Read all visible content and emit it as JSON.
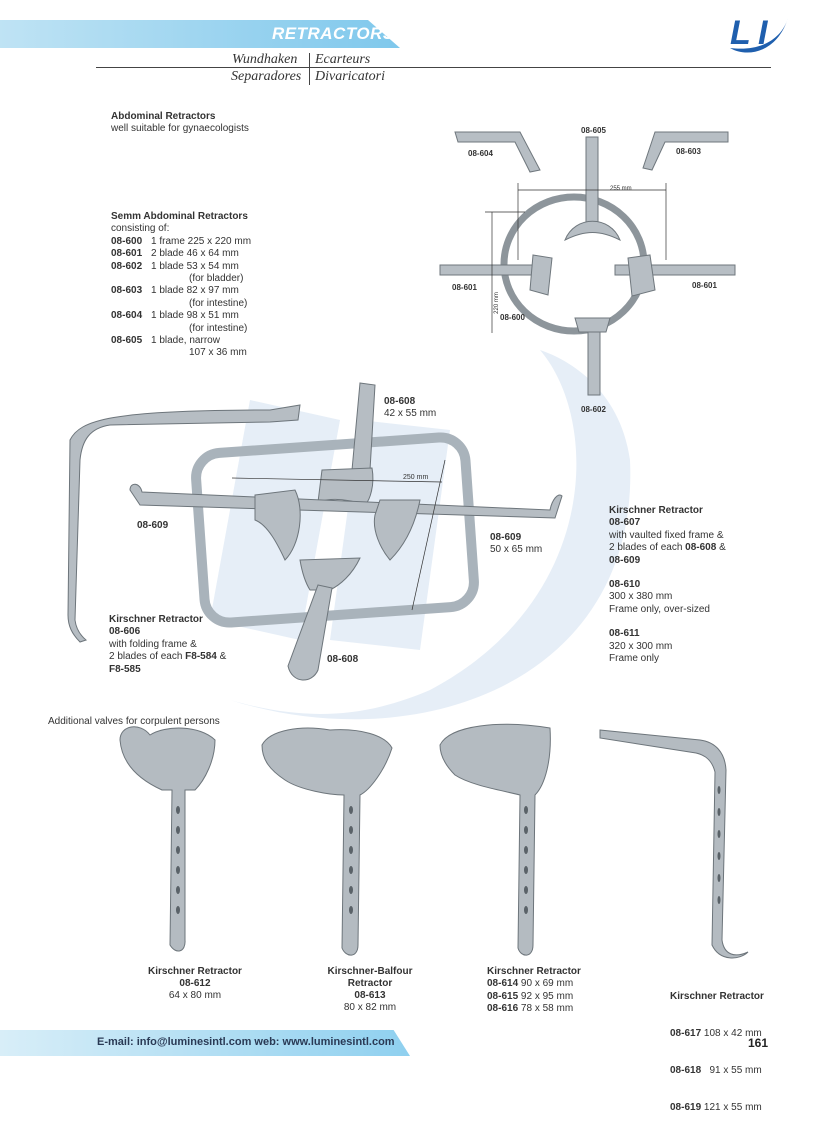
{
  "header": {
    "title": "RETRACTORS",
    "lang_left_1": "Wundhaken",
    "lang_right_1": "Ecarteurs",
    "lang_left_2": "Separadores",
    "lang_right_2": "Divaricatori",
    "logo_text": "LI"
  },
  "abdominal": {
    "title": "Abdominal Retractors",
    "subtitle": "well suitable for gynaecologists"
  },
  "semm": {
    "title": "Semm Abdominal Retractors",
    "consisting": "consisting of:",
    "items": [
      {
        "code": "08-600",
        "desc": "1 frame 225 x 220 mm"
      },
      {
        "code": "08-601",
        "desc": "2 blade 46 x 64 mm"
      },
      {
        "code": "08-602",
        "desc": "1 blade 53 x 54 mm"
      },
      {
        "code": "",
        "desc": "(for bladder)"
      },
      {
        "code": "08-603",
        "desc": "1 blade 82 x 97 mm"
      },
      {
        "code": "",
        "desc": "(for intestine)"
      },
      {
        "code": "08-604",
        "desc": "1 blade 98 x 51 mm"
      },
      {
        "code": "",
        "desc": "(for intestine)"
      },
      {
        "code": "08-605",
        "desc": "1 blade, narrow"
      },
      {
        "code": "",
        "desc": "107 x 36 mm"
      }
    ]
  },
  "semm_figure": {
    "l604": "08-604",
    "l605": "08-605",
    "l603": "08-603",
    "l601a": "08-601",
    "l601b": "08-601",
    "l600": "08-600",
    "l602": "08-602",
    "dim_w": "255 mm",
    "dim_h": "220 mm"
  },
  "kirschner_fig": {
    "l608top": "08-608",
    "l608top_size": "42 x 55 mm",
    "l609left": "08-609",
    "l609right": "08-609",
    "l609right_size": "50 x 65 mm",
    "l608bottom": "08-608",
    "dim": "250 mm"
  },
  "k607": {
    "title": "Kirschner Retractor",
    "code": "08-607",
    "line1": "with vaulted fixed frame &",
    "line2_pre": "2 blades of each ",
    "line2_code": "08-608",
    "line2_post": " &",
    "line3_code": "08-609",
    "c610": "08-610",
    "c610_l1": "300 x 380 mm",
    "c610_l2": "Frame only, over-sized",
    "c611": "08-611",
    "c611_l1": "320 x 300 mm",
    "c611_l2": "Frame only"
  },
  "k606": {
    "title": "Kirschner Retractor",
    "code": "08-606",
    "line1": "with folding frame &",
    "line2_pre": "2 blades of each ",
    "line2_code": "F8-584",
    "line2_post": " &",
    "line3_code": "F8-585"
  },
  "additional": "Additional valves for corpulent persons",
  "valves": [
    {
      "title": "Kirschner Retractor",
      "code": "08-612",
      "size": "64 x 80 mm"
    },
    {
      "title": "Kirschner-Balfour",
      "title2": "Retractor",
      "code": "08-613",
      "size": "80 x 82 mm"
    },
    {
      "title": "Kirschner Retractor",
      "rows": [
        {
          "code": "08-614",
          "size": "90 x 69 mm"
        },
        {
          "code": "08-615",
          "size": "92 x 95 mm"
        },
        {
          "code": "08-616",
          "size": "78 x 58 mm"
        }
      ]
    },
    {
      "title": "Kirschner Retractor",
      "rows": [
        {
          "code": "08-617",
          "size": "108 x 42 mm"
        },
        {
          "code": "08-618",
          "size": "  91 x 55 mm"
        },
        {
          "code": "08-619",
          "size": "121 x 55 mm"
        }
      ]
    }
  ],
  "footer": {
    "contact": "E-mail: info@luminesintl.com  web: www.luminesintl.com",
    "page": "161"
  },
  "colors": {
    "banner": "#7fc8ec",
    "logo_blue": "#1f5fae",
    "metal": "#a9b1b8",
    "watermark": "#dbe7f3"
  }
}
